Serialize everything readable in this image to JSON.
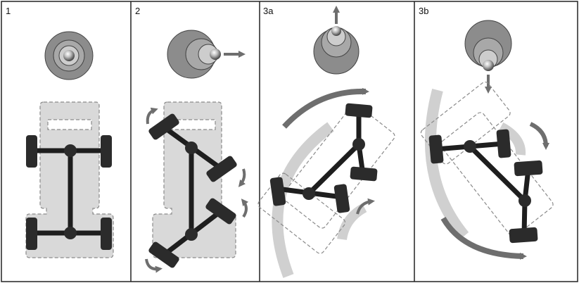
{
  "panels": [
    {
      "label": "1"
    },
    {
      "label": "2"
    },
    {
      "label": "3a"
    },
    {
      "label": "3b"
    }
  ],
  "colors": {
    "frame": "#222222",
    "chassis_fill": "#d9d9d9",
    "chassis_dash": "#8a8a8a",
    "wheel": "#2b2b2b",
    "axle": "#1e1e1e",
    "arrow_dark": "#6e6e6e",
    "arc_light": "#d0d0d0",
    "joystick_outer": "#8c8c8c",
    "joystick_mid": "#a8a8a8",
    "joystick_inner": "#cdcdcd",
    "joystick_core": "#ececec"
  },
  "icons": {
    "joystick": "joystick-icon",
    "arrow": "arrow-icon",
    "rotation": "rotation-arrow-icon"
  }
}
